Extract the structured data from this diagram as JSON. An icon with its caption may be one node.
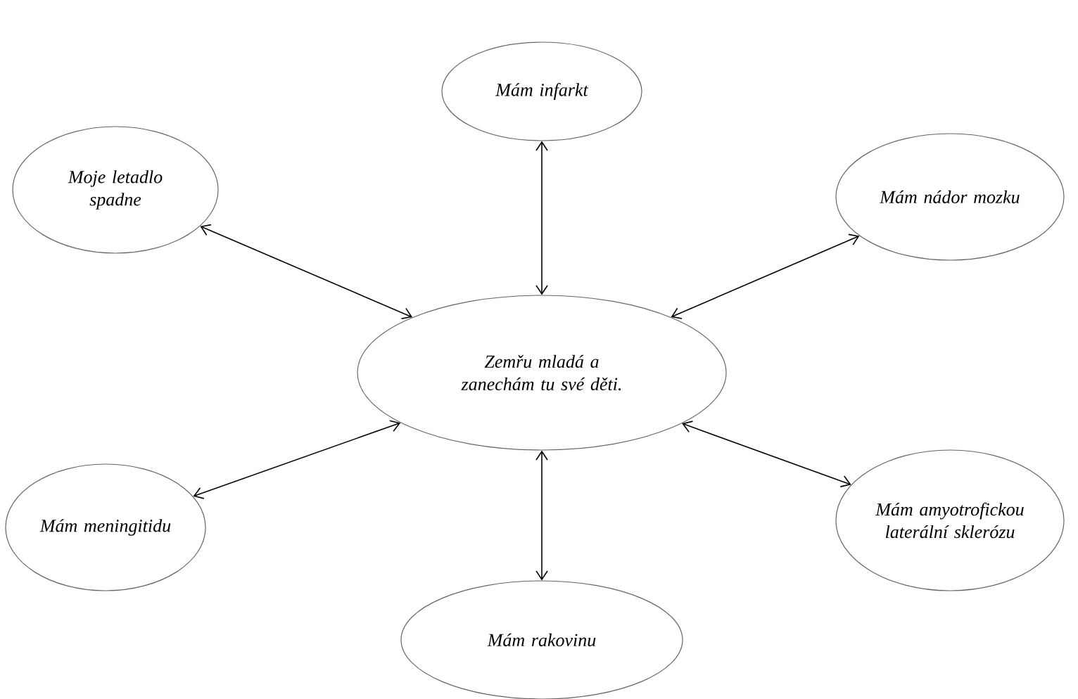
{
  "diagram": {
    "nodes": [
      {
        "text": [
          "Mám infarkt"
        ]
      },
      {
        "text": [
          "Moje letadlo spadne"
        ]
      },
      {
        "text": [
          "Mám nádor mozku"
        ]
      },
      {
        "text": [
          "Zemřu mladá a zanechám tu své děti."
        ]
      },
      {
        "text": [
          "Mám meningitidu"
        ]
      },
      {
        "text": [
          "Mám amyotrofickou laterální sklerózu"
        ]
      },
      {
        "text": [
          "Mám rakovinu"
        ]
      }
    ],
    "edges": [
      {
        "from": 3,
        "to": 0,
        "arrow": "both"
      },
      {
        "from": 3,
        "to": 1,
        "arrow": "both"
      },
      {
        "from": 3,
        "to": 2,
        "arrow": "both"
      },
      {
        "from": 3,
        "to": 4,
        "arrow": "both"
      },
      {
        "from": 3,
        "to": 5,
        "arrow": "both"
      },
      {
        "from": 3,
        "to": 6,
        "arrow": "both"
      }
    ]
  }
}
